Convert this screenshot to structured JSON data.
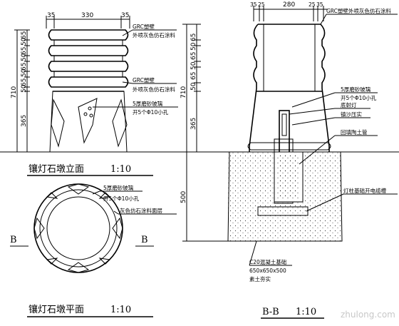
{
  "elevation": {
    "title": "镶灯石墩立面",
    "scale": "1:10",
    "dim_top": [
      "35",
      "330",
      "35"
    ],
    "dim_side": [
      "65",
      "50",
      "65",
      "50",
      "65",
      "50",
      "65",
      "50",
      "365",
      "710"
    ],
    "callout_grc_1": [
      "GRC塑壁",
      "外喷灰色仿石涂料"
    ],
    "callout_grc_2": [
      "GRC塑壁",
      "外喷灰色仿石涂料"
    ],
    "callout_glass": [
      "5厚磨砂玻璃",
      "开5个Φ10小孔"
    ]
  },
  "section": {
    "title": "B-B",
    "scale": "1:10",
    "dim_top": [
      "35",
      "25",
      "280",
      "25",
      "35"
    ],
    "dim_side": [
      "65",
      "50",
      "65",
      "50",
      "65",
      "50",
      "710",
      "365",
      "500"
    ],
    "callout_top": "GRC塑壁外喷灰色仿石涂料",
    "callout_glass": [
      "5厚磨砂玻璃",
      "开5个Φ10小孔"
    ],
    "callout_lamp": "底射灯",
    "callout_lamp2": "镇沙压实",
    "callout_soil": "回填陶土管",
    "callout_base": "灯柱基础开电缆槽",
    "callout_found": [
      "C20混凝土基础",
      "650x650x500",
      "素土夯实"
    ]
  },
  "plan": {
    "title": "镶灯石墩平面",
    "scale": "1:10",
    "section_mark_left": "B",
    "section_mark_right": "B",
    "callout_glass": [
      "5厚磨砂玻璃",
      "开5个Φ10小孔"
    ],
    "callout_paint": "灰色仿石涂料面层"
  },
  "watermark": "zhulong.com"
}
